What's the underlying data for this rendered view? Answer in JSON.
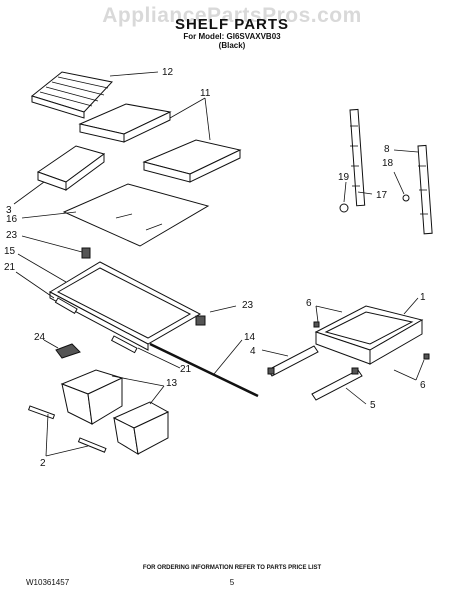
{
  "watermark": "AppliancePartsPros.com",
  "header": {
    "title": "SHELF PARTS",
    "model": "For Model: GI6SVAXVB03",
    "variant": "(Black)"
  },
  "callouts": {
    "c12": "12",
    "c11": "11",
    "c3": "3",
    "c16": "16",
    "c23a": "23",
    "c15": "15",
    "c21a": "21",
    "c23b": "23",
    "c24": "24",
    "c14": "14",
    "c21b": "21",
    "c13": "13",
    "c2": "2",
    "c8": "8",
    "c18": "18",
    "c19": "19",
    "c17": "17",
    "c6a": "6",
    "c1": "1",
    "c4": "4",
    "c6b": "6",
    "c5": "5"
  },
  "footer": {
    "order_note": "FOR ORDERING INFORMATION REFER TO PARTS PRICE LIST",
    "doc_number": "W10361457",
    "page_number": "5"
  }
}
